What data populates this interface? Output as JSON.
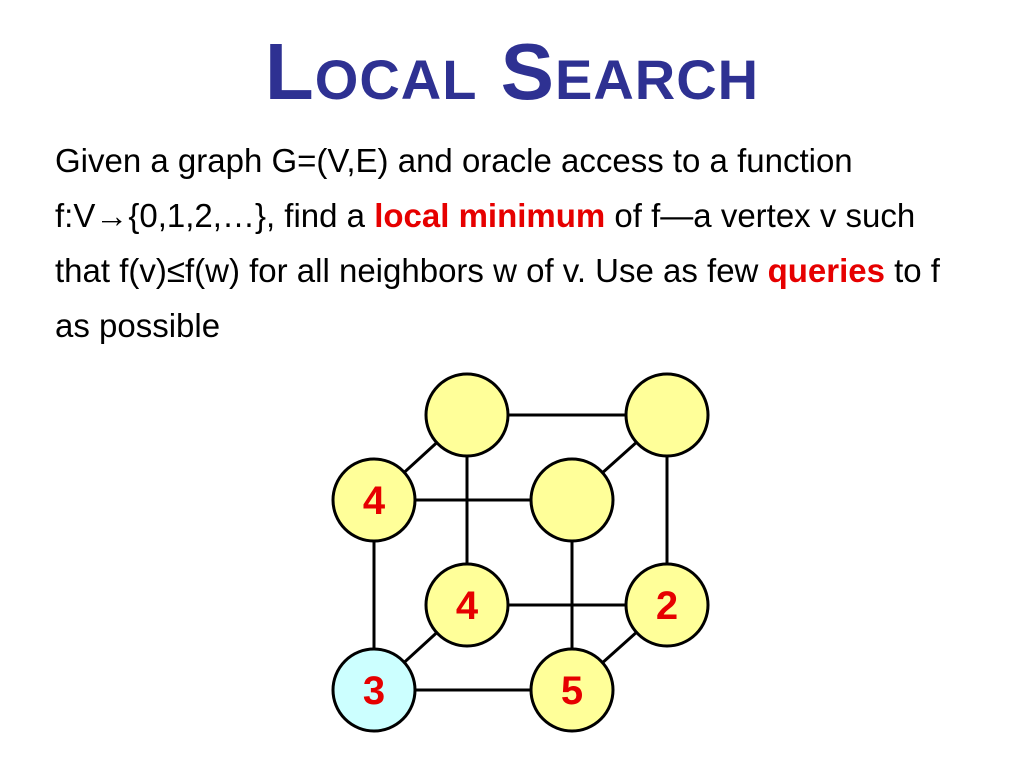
{
  "title": "Local Search",
  "body": {
    "seg1": "Given a graph G=(V,E) and oracle access to a function f:V",
    "arrow": "→",
    "seg2": "{0,1,2,…}, find a ",
    "hl1": "local minimum",
    "seg3": " of f—a vertex v such that f(v)≤f(w) for all neighbors w of v.  Use as few ",
    "hl2": "queries",
    "seg4": " to f as possible"
  },
  "colors": {
    "title": "#2E3192",
    "highlight": "#E60000",
    "node_fill": "#FFFF99",
    "node_fill_highlight": "#CCFFFF",
    "node_stroke": "#000000",
    "edge": "#000000",
    "node_label": "#E60000"
  },
  "graph": {
    "nodes": [
      {
        "id": "back-top-left",
        "label": ""
      },
      {
        "id": "back-top-right",
        "label": ""
      },
      {
        "id": "front-top-left",
        "label": "4"
      },
      {
        "id": "front-top-right",
        "label": ""
      },
      {
        "id": "back-bottom-left",
        "label": "4"
      },
      {
        "id": "back-bottom-right",
        "label": "2"
      },
      {
        "id": "front-bottom-left",
        "label": "3",
        "highlight": true
      },
      {
        "id": "front-bottom-right",
        "label": "5"
      }
    ],
    "edges": [
      [
        "back-top-left",
        "back-top-right"
      ],
      [
        "front-top-left",
        "front-top-right"
      ],
      [
        "back-bottom-left",
        "back-bottom-right"
      ],
      [
        "front-bottom-left",
        "front-bottom-right"
      ],
      [
        "back-top-left",
        "back-bottom-left"
      ],
      [
        "back-top-right",
        "back-bottom-right"
      ],
      [
        "front-top-left",
        "front-bottom-left"
      ],
      [
        "front-top-right",
        "front-bottom-right"
      ],
      [
        "back-top-left",
        "front-top-left"
      ],
      [
        "back-top-right",
        "front-top-right"
      ],
      [
        "back-bottom-left",
        "front-bottom-left"
      ],
      [
        "back-bottom-right",
        "front-bottom-right"
      ]
    ]
  }
}
